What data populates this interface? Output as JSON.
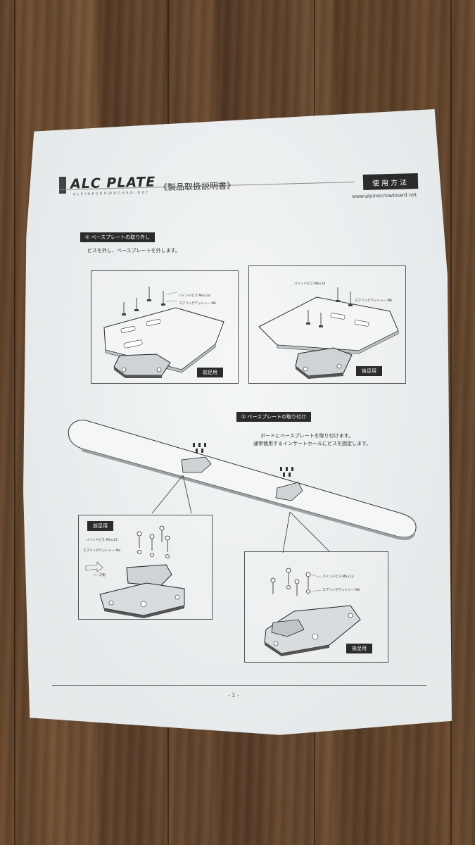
{
  "header": {
    "logo": "ALC PLATE",
    "logo_subtitle": "ALPINESNOWBOARD.NET",
    "title": "《製品取扱説明書》",
    "section_badge": "使用方法",
    "url": "www.alpinesnowboard.net"
  },
  "section1": {
    "badge": "① ベースプレートの取り外し",
    "caption": "ビスを外し、ベースプレートを外します。",
    "left_figure": {
      "label_screw": "バインドビス M6×14",
      "label_washer": "スプリングワッシャー M6",
      "tag": "前足用"
    },
    "right_figure": {
      "label_screw": "バインドビス M6×14",
      "label_washer": "スプリングワッシャー M6",
      "tag": "後足用"
    }
  },
  "section2": {
    "badge": "② ベースプレートの取り付け",
    "caption_line1": "ボードにベースプレートを取り付けます。",
    "caption_line2": "通常使用するインサートホールにビスを固定します。",
    "left_figure": {
      "tag": "前足用",
      "label_screw": "バインドビス M6×13",
      "label_washer": "スプリングワッシャー M6",
      "label_nose": "ノーズ側"
    },
    "right_figure": {
      "tag": "後足用",
      "label_screw": "バインドビス M6×13",
      "label_washer": "スプリングワッシャー M6"
    }
  },
  "footer": {
    "page_number": "- 1 -"
  },
  "colors": {
    "paper": "#eef1f2",
    "ink": "#2b2b2b",
    "wood": "#6b4a2f"
  }
}
